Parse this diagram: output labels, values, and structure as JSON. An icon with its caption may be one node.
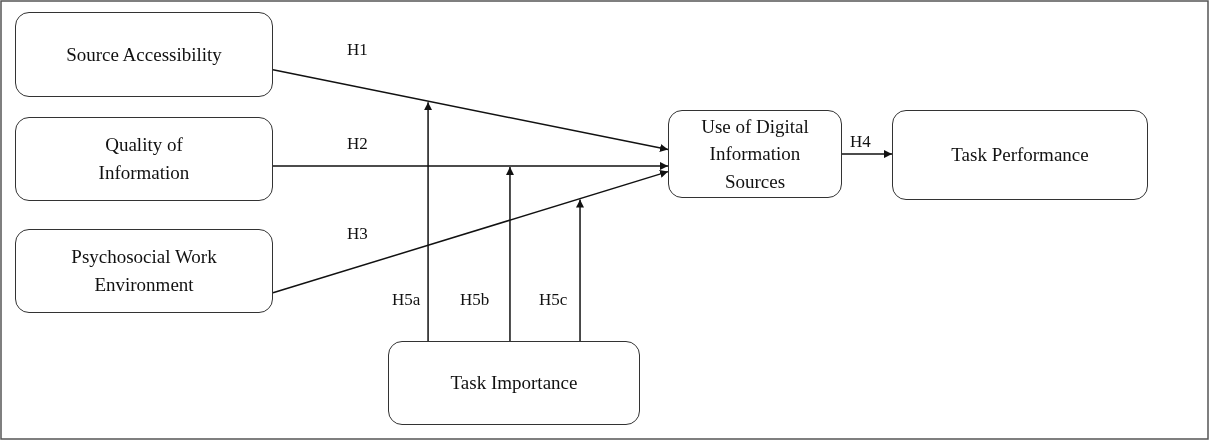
{
  "diagram": {
    "nodes": [
      {
        "text": [
          "Source Accessibility"
        ]
      },
      {
        "text": [
          "Quality of Information"
        ]
      },
      {
        "text": [
          "Psychosocial Work Environment"
        ]
      },
      {
        "text": [
          "Use of Digital Information Sources"
        ]
      },
      {
        "text": [
          "Task Performance"
        ]
      },
      {
        "text": [
          "Task Importance"
        ]
      }
    ],
    "edges": [
      {
        "from": 0,
        "to": 3,
        "arrow": "to",
        "label": "H1"
      },
      {
        "from": 1,
        "to": 3,
        "arrow": "to",
        "label": "H2"
      },
      {
        "from": 2,
        "to": 3,
        "arrow": "to",
        "label": "H3"
      },
      {
        "from": 3,
        "to": 4,
        "arrow": "to",
        "label": "H4"
      },
      {
        "from": 5,
        "to": null,
        "arrow": "to",
        "label": "H5a"
      },
      {
        "from": 5,
        "to": null,
        "arrow": "to",
        "label": "H5b"
      },
      {
        "from": 5,
        "to": null,
        "arrow": "to",
        "label": "H5c"
      }
    ]
  }
}
